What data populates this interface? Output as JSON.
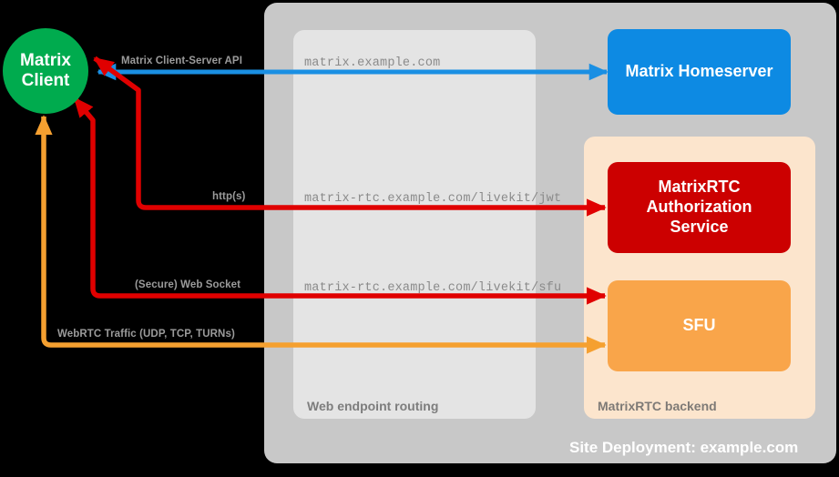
{
  "diagram": {
    "title": "MatrixRTC Site Deployment",
    "background": "#000000"
  },
  "nodes": {
    "client": {
      "label": "Matrix\nClient",
      "line1": "Matrix",
      "line2": "Client",
      "color": "#00ab4e",
      "shape": "circle"
    },
    "homeserver": {
      "label": "Matrix Homeserver",
      "color": "#0d8ae3",
      "shape": "rounded-rect"
    },
    "auth_service": {
      "line1": "MatrixRTC",
      "line2": "Authorization",
      "line3": "Service",
      "label": "MatrixRTC Authorization Service",
      "color": "#cc0000",
      "shape": "rounded-rect"
    },
    "sfu": {
      "label": "SFU",
      "color": "#f9a54a",
      "shape": "rounded-rect"
    }
  },
  "panels": {
    "site": {
      "caption": "Site Deployment: example.com",
      "color": "#c8c8c8"
    },
    "routing": {
      "caption": "Web endpoint routing",
      "color": "#e4e4e4"
    },
    "backend": {
      "caption": "MatrixRTC backend",
      "color": "#fce5cd"
    }
  },
  "connections": [
    {
      "id": "cs-api",
      "protocol_label": "Matrix Client-Server API",
      "endpoint_label": "matrix.example.com",
      "color": "#1a8fe3",
      "from": "homeserver",
      "to": "client",
      "direction": "bidirectional"
    },
    {
      "id": "livekit-jwt",
      "protocol_label": "http(s)",
      "endpoint_label": "matrix-rtc.example.com/livekit/jwt",
      "color": "#e00000",
      "from": "client",
      "to": "auth_service",
      "direction": "bidirectional"
    },
    {
      "id": "livekit-sfu",
      "protocol_label": "(Secure) Web Socket",
      "endpoint_label": "matrix-rtc.example.com/livekit/sfu",
      "color": "#e00000",
      "from": "client",
      "to": "sfu",
      "direction": "bidirectional"
    },
    {
      "id": "webrtc",
      "protocol_label": "WebRTC Traffic (UDP, TCP, TURNs)",
      "endpoint_label": "",
      "color": "#f5a030",
      "from": "client",
      "to": "sfu",
      "direction": "bidirectional"
    }
  ]
}
